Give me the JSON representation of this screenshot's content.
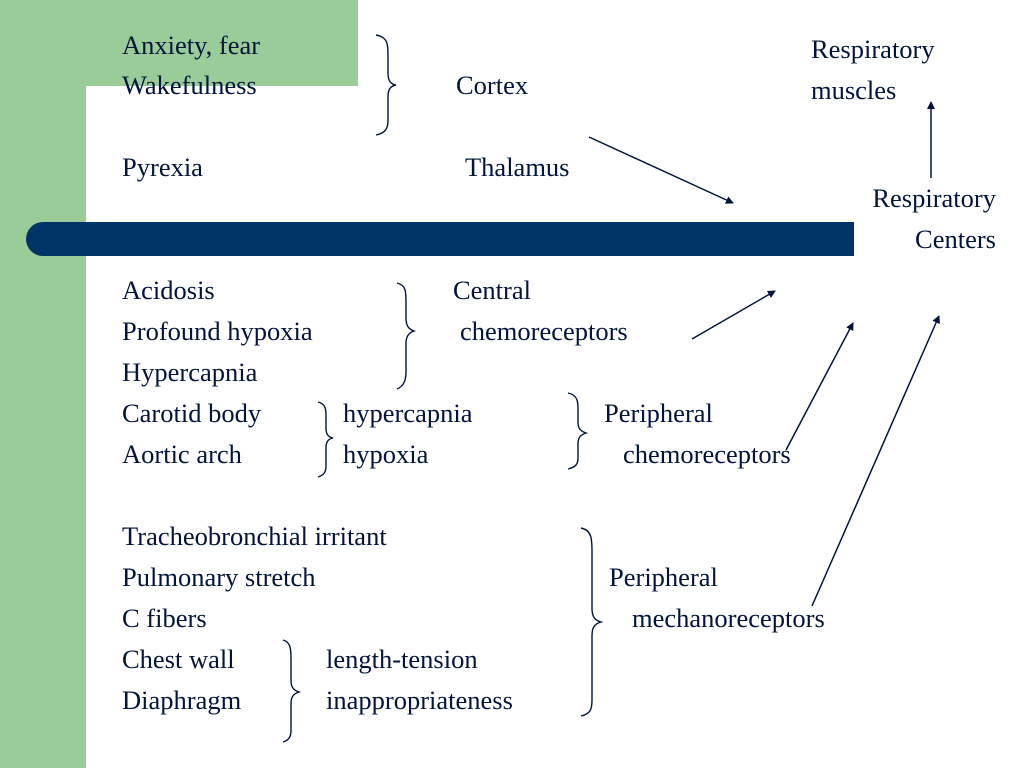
{
  "colors": {
    "green": "#99cc99",
    "navy": "#003366",
    "text": "#00143c"
  },
  "items": {
    "anxiety": "Anxiety, fear",
    "wakefulness": "Wakefulness",
    "cortex": "Cortex",
    "pyrexia": "Pyrexia",
    "thalamus": "Thalamus",
    "resp_muscles_1": "Respiratory",
    "resp_muscles_2": "muscles",
    "resp_centers_1": "Respiratory",
    "resp_centers_2": "Centers",
    "acidosis": "Acidosis",
    "profound_hypoxia": "Profound hypoxia",
    "hypercapnia": "Hypercapnia",
    "central_1": "Central",
    "central_2": "chemoreceptors",
    "carotid": "Carotid body",
    "aortic": "Aortic arch",
    "hypercapnia_sub": "hypercapnia",
    "hypoxia_sub": "hypoxia",
    "peripheral_chemo_1": "Peripheral",
    "peripheral_chemo_2": "chemoreceptors",
    "tracheo": "Tracheobronchial irritant",
    "pulm_stretch": "Pulmonary stretch",
    "c_fibers": "C fibers",
    "chest_wall": "Chest wall",
    "diaphragm": "Diaphragm",
    "length_tension": "length-tension",
    "inappropriateness": "inappropriateness",
    "peripheral_mech_1": "Peripheral",
    "peripheral_mech_2": "mechanoreceptors"
  }
}
